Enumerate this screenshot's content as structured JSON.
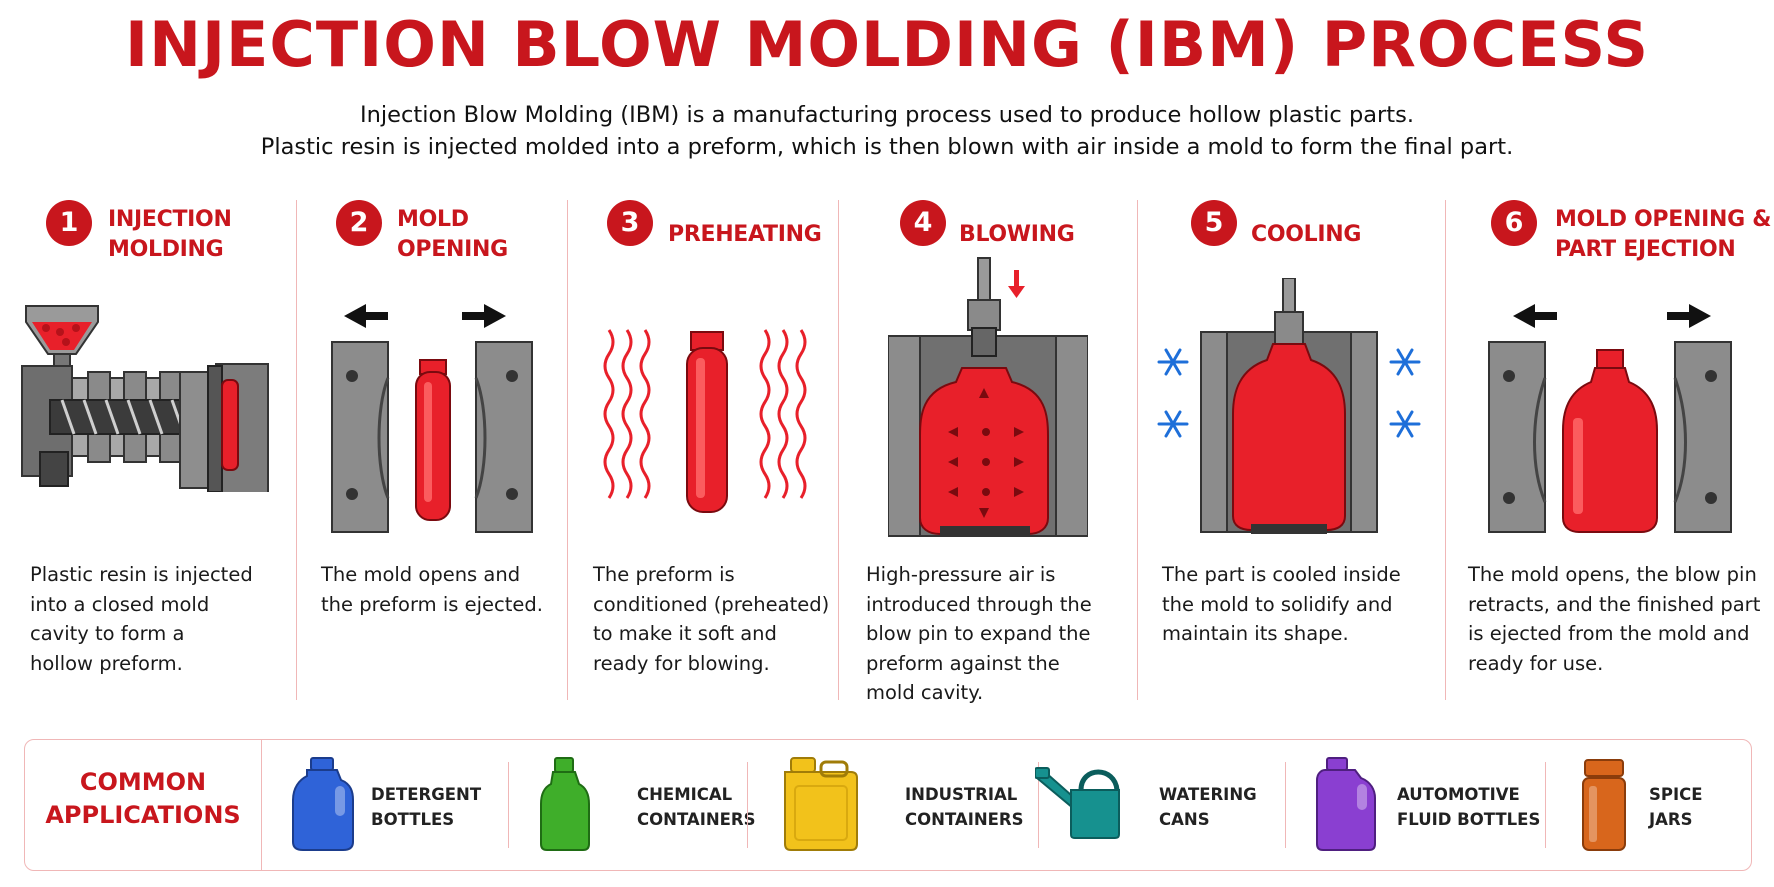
{
  "title": "INJECTION BLOW MOLDING (IBM) PROCESS",
  "intro": {
    "line1": "Injection Blow Molding (IBM) is a manufacturing process used to produce hollow plastic parts.",
    "line2": "Plastic resin is injected molded into a preform, which is then blown with air inside a mold to form the final part."
  },
  "colors": {
    "accent": "#c8161d",
    "part": "#e8202a",
    "metal": "#8c8c8c",
    "divider": "#f0b7b7",
    "frost": "#1e6fd9"
  },
  "steps": [
    {
      "number": "1",
      "name": "INJECTION\nMOLDING",
      "icon": "injection-unit-icon",
      "description": "Plastic resin is injected\ninto a closed mold\ncavity to form a\nhollow preform."
    },
    {
      "number": "2",
      "name": "MOLD\nOPENING",
      "icon": "mold-opening-icon",
      "description": "The mold opens and\nthe preform is ejected."
    },
    {
      "number": "3",
      "name": "PREHEATING",
      "icon": "heat-waves-icon",
      "description": "The preform is\nconditioned (preheated)\nto make it soft and\nready for blowing."
    },
    {
      "number": "4",
      "name": "BLOWING",
      "icon": "blow-pin-icon",
      "description": "High-pressure air is\nintroduced through the\nblow pin to expand the\npreform against the\nmold cavity."
    },
    {
      "number": "5",
      "name": "COOLING",
      "icon": "snowflake-icon",
      "description": "The part is cooled inside\nthe mold to solidify and\nmaintain its shape."
    },
    {
      "number": "6",
      "name": "MOLD OPENING &\nPART EJECTION",
      "icon": "part-ejection-icon",
      "description": "The mold opens, the blow pin\nretracts, and the finished part\nis ejected from the mold and\nready for use."
    }
  ],
  "applications": {
    "title": "COMMON\nAPPLICATIONS",
    "items": [
      {
        "label": "DETERGENT\nBOTTLES",
        "icon": "detergent-bottle-icon",
        "color": "#2f63d8"
      },
      {
        "label": "CHEMICAL\nCONTAINERS",
        "icon": "chemical-bottle-icon",
        "color": "#3fae2a"
      },
      {
        "label": "INDUSTRIAL\nCONTAINERS",
        "icon": "jerry-can-icon",
        "color": "#f2c21b"
      },
      {
        "label": "WATERING\nCANS",
        "icon": "watering-can-icon",
        "color": "#16918f"
      },
      {
        "label": "AUTOMOTIVE\nFLUID BOTTLES",
        "icon": "fluid-bottle-icon",
        "color": "#8a3fd1"
      },
      {
        "label": "SPICE\nJARS",
        "icon": "spice-jar-icon",
        "color": "#d8661c"
      }
    ]
  }
}
